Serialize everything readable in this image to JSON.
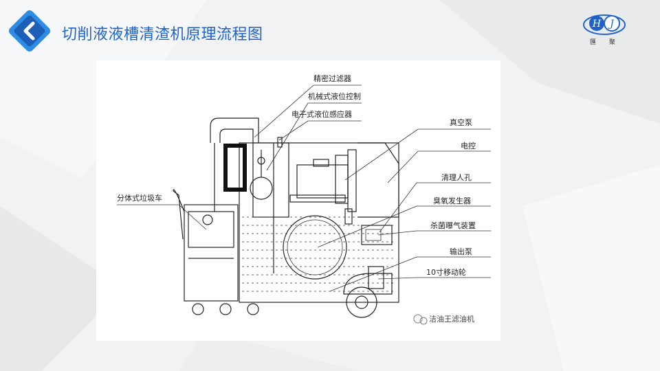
{
  "slide": {
    "title": "切削液液槽清渣机原理流程图",
    "logo_text": "匯 聚",
    "logo_letters": [
      "H",
      "J"
    ]
  },
  "diagram": {
    "labels": {
      "precision_filter": "精密过滤器",
      "mechanical_level": "机械式液位控制",
      "electronic_level": "电子式液位感应器",
      "vacuum_pump": "真空泵",
      "electric_control": "电控",
      "cleaning_hole": "清理人孔",
      "ozone_generator": "臭氧发生器",
      "sterilization": "杀菌曝气装置",
      "output_pump": "输出泵",
      "moving_wheel": "10寸移动轮",
      "split_cart": "分体式垃圾车"
    },
    "watermark": "洁油王滤油机"
  },
  "colors": {
    "accent": "#1f63c8",
    "back_btn": "#2e8be6"
  }
}
